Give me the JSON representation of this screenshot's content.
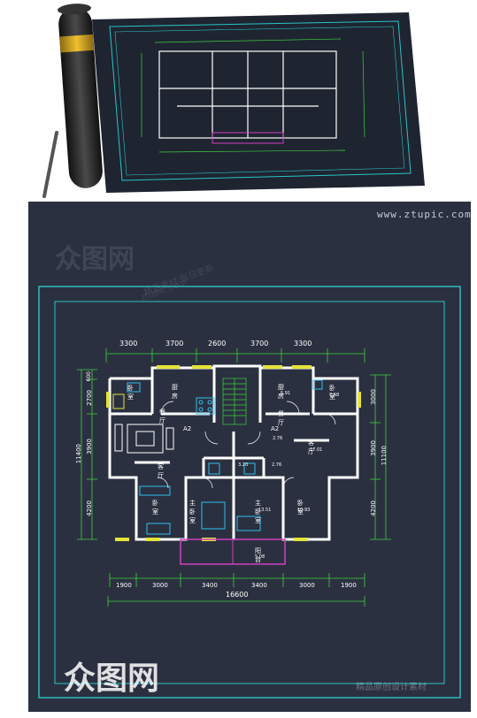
{
  "site": {
    "url": "www.ztupic.com"
  },
  "watermark": {
    "brand": "众图网",
    "tagline": "精品素材·每日更新",
    "sub": "ztupic.com",
    "bottom_text": "精品原创设计素材"
  },
  "plan": {
    "top_dims": [
      "3300",
      "3700",
      "2600",
      "3700",
      "3300"
    ],
    "bottom_dims": [
      "1900",
      "3000",
      "3400",
      "3400",
      "3000",
      "1900"
    ],
    "bottom_total": "16600",
    "left_dims": [
      "600",
      "2700",
      "3900",
      "4200"
    ],
    "left_total": "11400",
    "right_dims": [
      "3000",
      "3900",
      "4200"
    ],
    "right_total": "11100",
    "rooms": {
      "bedroom_ul": "卧室",
      "kitchen_l": "厨房",
      "kitchen_r": "厨房",
      "kitchen_r_area": "5.91",
      "bedroom_ur": "卧室",
      "bedroom_ur_area": "7.68",
      "dining_l": "餐厅",
      "dining_r": "餐厅",
      "unit_l": "A2",
      "unit_r": "A2",
      "hall_area": "2.76",
      "living_r": "客厅",
      "living_r_area": "17.01",
      "living_l": "客厅",
      "bath_area_l": "3.20",
      "bath_area_r": "2.76",
      "bedroom_ll": "卧室",
      "master_l": "主卧室",
      "master_r": "主卧室",
      "master_r_area": "13.51",
      "bedroom_lr": "卧室",
      "bedroom_lr_area": "10.93",
      "balcony": "阳台",
      "balcony_area": "5.08"
    }
  },
  "colors": {
    "sheet": "#2b3040",
    "wall": "#ffffff",
    "dim_line": "#3dd23d",
    "dim_text": "#ffffff",
    "frame": "#27c6c6",
    "window": "#e3e33a",
    "fixture": "#2fc0f0",
    "balcony": "#d040c0",
    "room_text": "#ffffff"
  }
}
